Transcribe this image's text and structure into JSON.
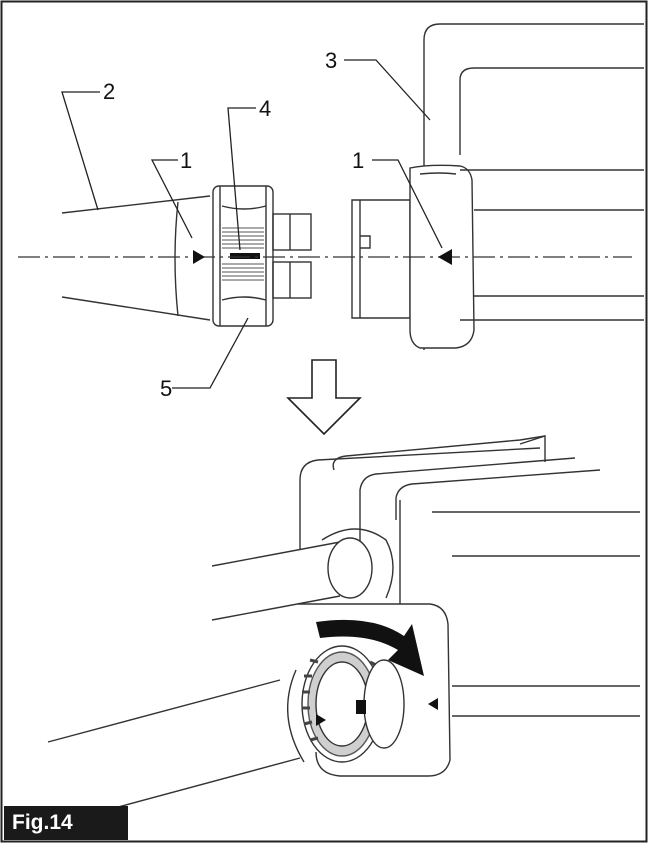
{
  "figure": {
    "label": "Fig.14",
    "callouts": [
      {
        "id": "1a",
        "text": "1"
      },
      {
        "id": "2",
        "text": "2"
      },
      {
        "id": "4",
        "text": "4"
      },
      {
        "id": "5",
        "text": "5"
      },
      {
        "id": "3",
        "text": "3"
      },
      {
        "id": "1b",
        "text": "1"
      }
    ]
  }
}
